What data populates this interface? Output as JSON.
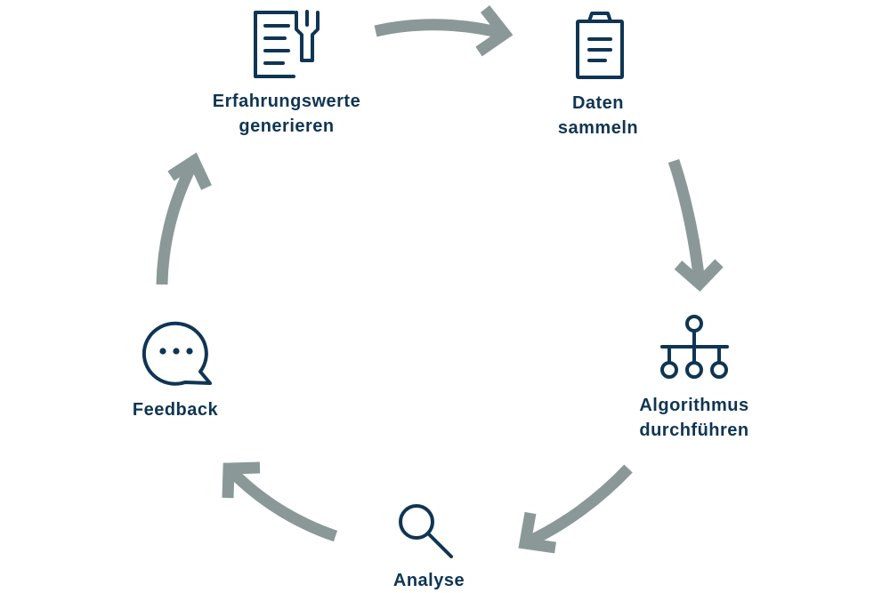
{
  "colors": {
    "icon": "#0f3553",
    "arrow": "#8a9898",
    "background": "#ffffff"
  },
  "steps": [
    {
      "icon": "document-wrench-icon",
      "lines": [
        "Erfahrungswerte",
        "generieren"
      ]
    },
    {
      "icon": "clipboard-icon",
      "lines": [
        "Daten",
        "sammeln"
      ]
    },
    {
      "icon": "hierarchy-icon",
      "lines": [
        "Algorithmus",
        "durchführen"
      ]
    },
    {
      "icon": "magnifier-icon",
      "lines": [
        "Analyse"
      ]
    },
    {
      "icon": "speech-bubble-icon",
      "lines": [
        "Feedback"
      ]
    }
  ]
}
